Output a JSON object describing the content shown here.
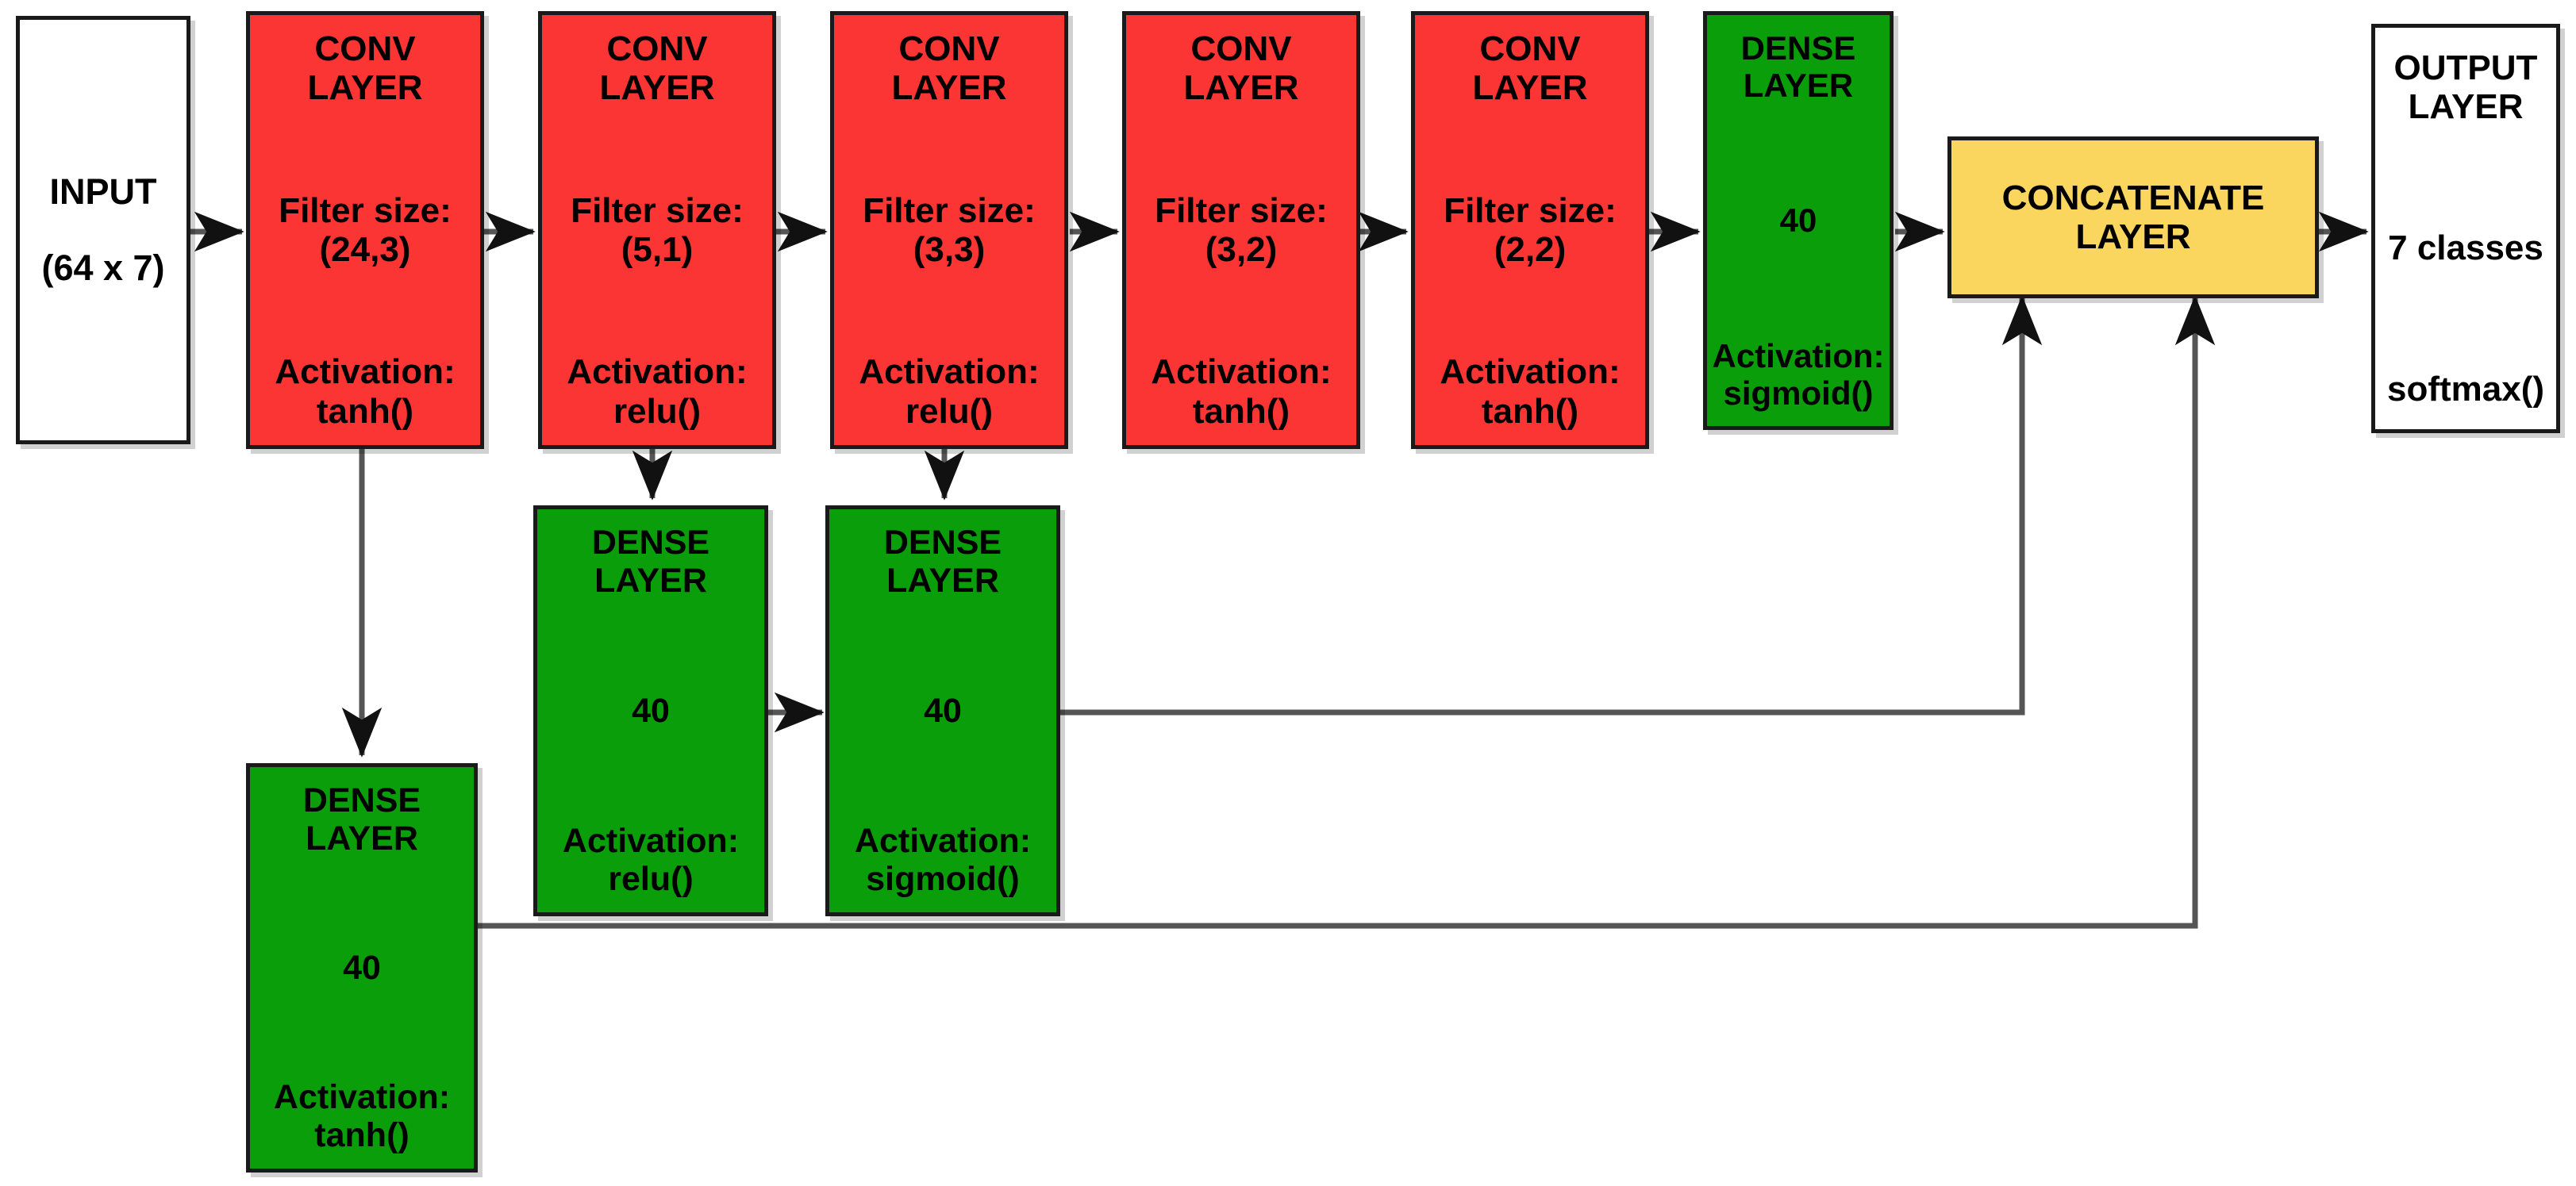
{
  "diagram": {
    "title": "Neural network architecture block diagram",
    "colors": {
      "conv": "#fb3434",
      "dense": "#0a9e0a",
      "concat": "#fbd65e",
      "io": "#ffffff",
      "border": "#1a1a1a",
      "wire": "#555555"
    },
    "labels": {
      "conv_layer": "CONV\nLAYER",
      "dense_layer": "DENSE\nLAYER",
      "filter_prefix": "Filter size:",
      "activation_prefix": "Activation:"
    }
  },
  "nodes": {
    "input": {
      "title": "INPUT",
      "shape": "(64 x 7)",
      "kind": "input"
    },
    "conv1": {
      "title": "CONV LAYER",
      "title_line1": "CONV",
      "title_line2": "LAYER",
      "filter_label": "Filter size:",
      "filter_size": "(24,3)",
      "activation_label": "Activation:",
      "activation": "tanh()"
    },
    "conv2": {
      "title": "CONV LAYER",
      "title_line1": "CONV",
      "title_line2": "LAYER",
      "filter_label": "Filter size:",
      "filter_size": "(5,1)",
      "activation_label": "Activation:",
      "activation": "relu()"
    },
    "conv3": {
      "title": "CONV LAYER",
      "title_line1": "CONV",
      "title_line2": "LAYER",
      "filter_label": "Filter size:",
      "filter_size": "(3,3)",
      "activation_label": "Activation:",
      "activation": "relu()"
    },
    "conv4": {
      "title": "CONV LAYER",
      "title_line1": "CONV",
      "title_line2": "LAYER",
      "filter_label": "Filter size:",
      "filter_size": "(3,2)",
      "activation_label": "Activation:",
      "activation": "tanh()"
    },
    "conv5": {
      "title": "CONV LAYER",
      "title_line1": "CONV",
      "title_line2": "LAYER",
      "filter_label": "Filter size:",
      "filter_size": "(2,2)",
      "activation_label": "Activation:",
      "activation": "tanh()"
    },
    "dense_top": {
      "title": "DENSE LAYER",
      "title_line1": "DENSE",
      "title_line2": "LAYER",
      "units": "40",
      "activation_label": "Activation:",
      "activation": "sigmoid()"
    },
    "dense_mid1": {
      "title": "DENSE LAYER",
      "title_line1": "DENSE",
      "title_line2": "LAYER",
      "units": "40",
      "activation_label": "Activation:",
      "activation": "relu()"
    },
    "dense_mid2": {
      "title": "DENSE LAYER",
      "title_line1": "DENSE",
      "title_line2": "LAYER",
      "units": "40",
      "activation_label": "Activation:",
      "activation": "sigmoid()"
    },
    "dense_bottom": {
      "title": "DENSE LAYER",
      "title_line1": "DENSE",
      "title_line2": "LAYER",
      "units": "40",
      "activation_label": "Activation:",
      "activation": "tanh()"
    },
    "concatenate": {
      "title_line1": "CONCATENATE",
      "title_line2": "LAYER"
    },
    "output": {
      "title_line1": "OUTPUT",
      "title_line2": "LAYER",
      "classes": "7 classes",
      "activation": "softmax()"
    }
  },
  "edges": [
    {
      "from": "input",
      "to": "conv1",
      "style": "arrow-right"
    },
    {
      "from": "conv1",
      "to": "conv2",
      "style": "arrow-right"
    },
    {
      "from": "conv2",
      "to": "conv3",
      "style": "arrow-right"
    },
    {
      "from": "conv3",
      "to": "conv4",
      "style": "arrow-right"
    },
    {
      "from": "conv4",
      "to": "conv5",
      "style": "arrow-right"
    },
    {
      "from": "conv5",
      "to": "dense_top",
      "style": "arrow-right"
    },
    {
      "from": "dense_top",
      "to": "concatenate",
      "style": "arrow-right"
    },
    {
      "from": "concatenate",
      "to": "output",
      "style": "arrow-right"
    },
    {
      "from": "conv1",
      "to": "dense_bottom",
      "style": "arrow-down"
    },
    {
      "from": "conv2",
      "to": "dense_mid1",
      "style": "arrow-down"
    },
    {
      "from": "conv3",
      "to": "dense_mid2",
      "style": "arrow-down"
    },
    {
      "from": "dense_mid1",
      "to": "dense_mid2",
      "style": "arrow-right"
    },
    {
      "from": "dense_mid2",
      "to": "concatenate",
      "style": "elbow-up"
    },
    {
      "from": "dense_bottom",
      "to": "concatenate",
      "style": "elbow-up"
    }
  ]
}
